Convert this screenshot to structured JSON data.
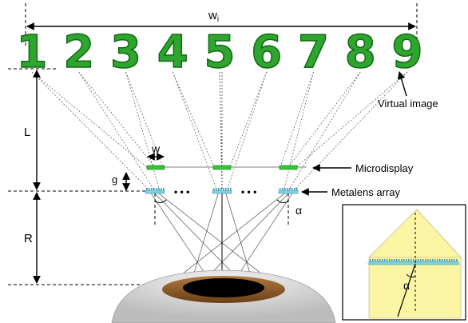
{
  "dimensions": {
    "wi": "w",
    "wi_sub": "i",
    "L": "L",
    "R": "R",
    "w": "w",
    "g": "g"
  },
  "virtual_digits": [
    "1",
    "2",
    "3",
    "4",
    "5",
    "6",
    "7",
    "8",
    "9"
  ],
  "labels": {
    "virtual_image": "Virtual image",
    "microdisplay": "Microdisplay",
    "metalens_array": "Metalens array",
    "alpha": "α",
    "ellipsis": "• • •"
  },
  "inset": {
    "alpha": "α"
  },
  "colors": {
    "digit_green": "#2ea52e",
    "microdisplay_green": "#32c832",
    "metalens_blue": "#7fd0e0",
    "inset_yellow": "#fcf5a4",
    "eye_gray": "#d9d9d9",
    "iris_brown": "#8b5a2b",
    "pupil": "#000000"
  }
}
